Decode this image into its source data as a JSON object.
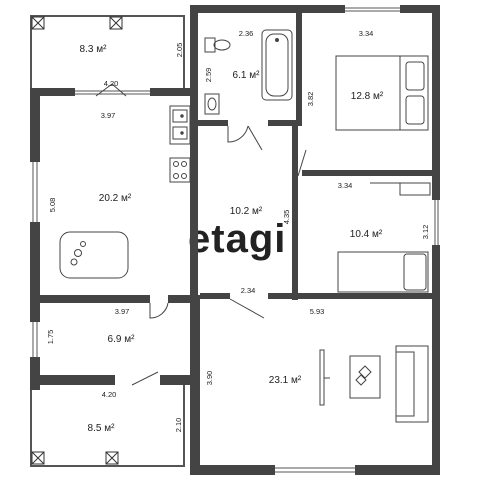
{
  "rooms": [
    {
      "id": "balcony-top",
      "area": "8.3 м²"
    },
    {
      "id": "bathroom",
      "area": "6.1 м²"
    },
    {
      "id": "bedroom-top",
      "area": "12.8 м²"
    },
    {
      "id": "kitchen",
      "area": "20.2 м²"
    },
    {
      "id": "hallway",
      "area": "10.2 м²"
    },
    {
      "id": "bedroom-mid",
      "area": "10.4 м²"
    },
    {
      "id": "room-small",
      "area": "6.9 м²"
    },
    {
      "id": "living-room",
      "area": "23.1 м²"
    },
    {
      "id": "balcony-bottom",
      "area": "8.5 м²"
    }
  ],
  "dimensions": {
    "d1": "2.05",
    "d2": "4.20",
    "d3": "3.97",
    "d4": "2.36",
    "d5": "2.59",
    "d6": "3.34",
    "d7": "3.82",
    "d8": "5.08",
    "d9": "3.34",
    "d10": "4.35",
    "d11": "3.12",
    "d12": "3.97",
    "d13": "2.34",
    "d14": "5.93",
    "d15": "1.75",
    "d16": "3.90",
    "d17": "4.20",
    "d18": "2.10"
  },
  "watermark": "etagi",
  "colors": {
    "wall": "#444444",
    "line": "#555555"
  }
}
